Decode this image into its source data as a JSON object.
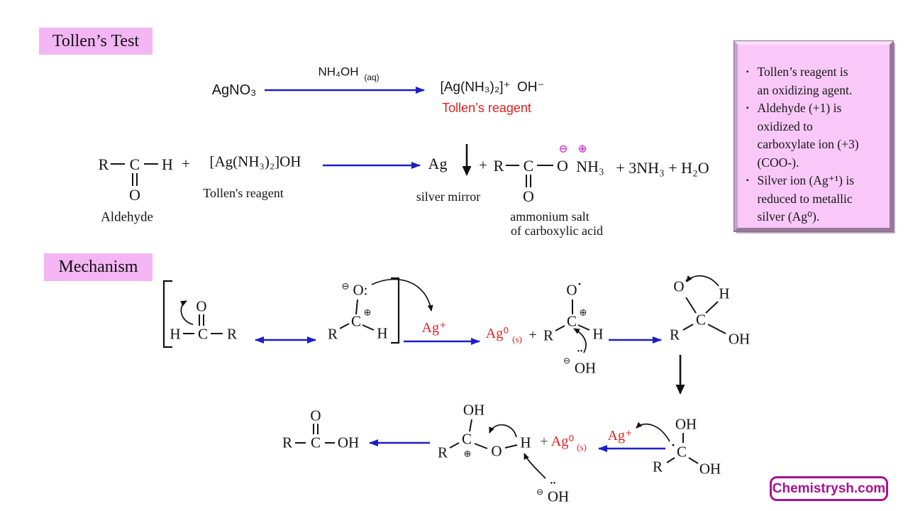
{
  "title": "Tollen’s Test",
  "mechanism_label": "Mechanism",
  "watermark": "Chemistrysh.com",
  "prep": {
    "reactant": "AgNO₃",
    "catalyst": "NH₄OH",
    "catalyst_state": "(aq)",
    "product": "[Ag(NH₃)₂]⁺ OH⁻",
    "product_label": "Tollen’s reagent"
  },
  "reaction": {
    "reagent": "[Ag(NH₃)₂]OH",
    "reagent_label": "Tollen's reagent",
    "aldehyde_label": "Aldehyde",
    "silver": "Ag",
    "silver_label": "silver mirror",
    "byproducts": "+ 3NH₃ + H₂O",
    "salt_label_line1": "ammonium salt",
    "salt_label_line2": "of carboxylic acid"
  },
  "sym": {
    "R": "R",
    "C": "C",
    "H": "H",
    "O": "O",
    "OH": "OH",
    "O_colon": "O:",
    "NH3": "NH₃",
    "plus": "+",
    "minus_circle": "⊖",
    "plus_circle": "⊕",
    "radical_dot": "·",
    "lone_pair": "••",
    "Ag_plus": "Ag⁺",
    "Ag_zero": "Ag⁰",
    "state_s": "(s)"
  },
  "notes": {
    "bullet": "▪",
    "items": [
      "Tollen’s reagent is\nan oxidizing agent.",
      "Aldehyde (+1) is\noxidized to\ncarboxylate ion (+3)\n(COO-).",
      "Silver ion (Ag⁺¹)  is\nreduced to metallic\nsilver (Ag⁰)."
    ]
  }
}
